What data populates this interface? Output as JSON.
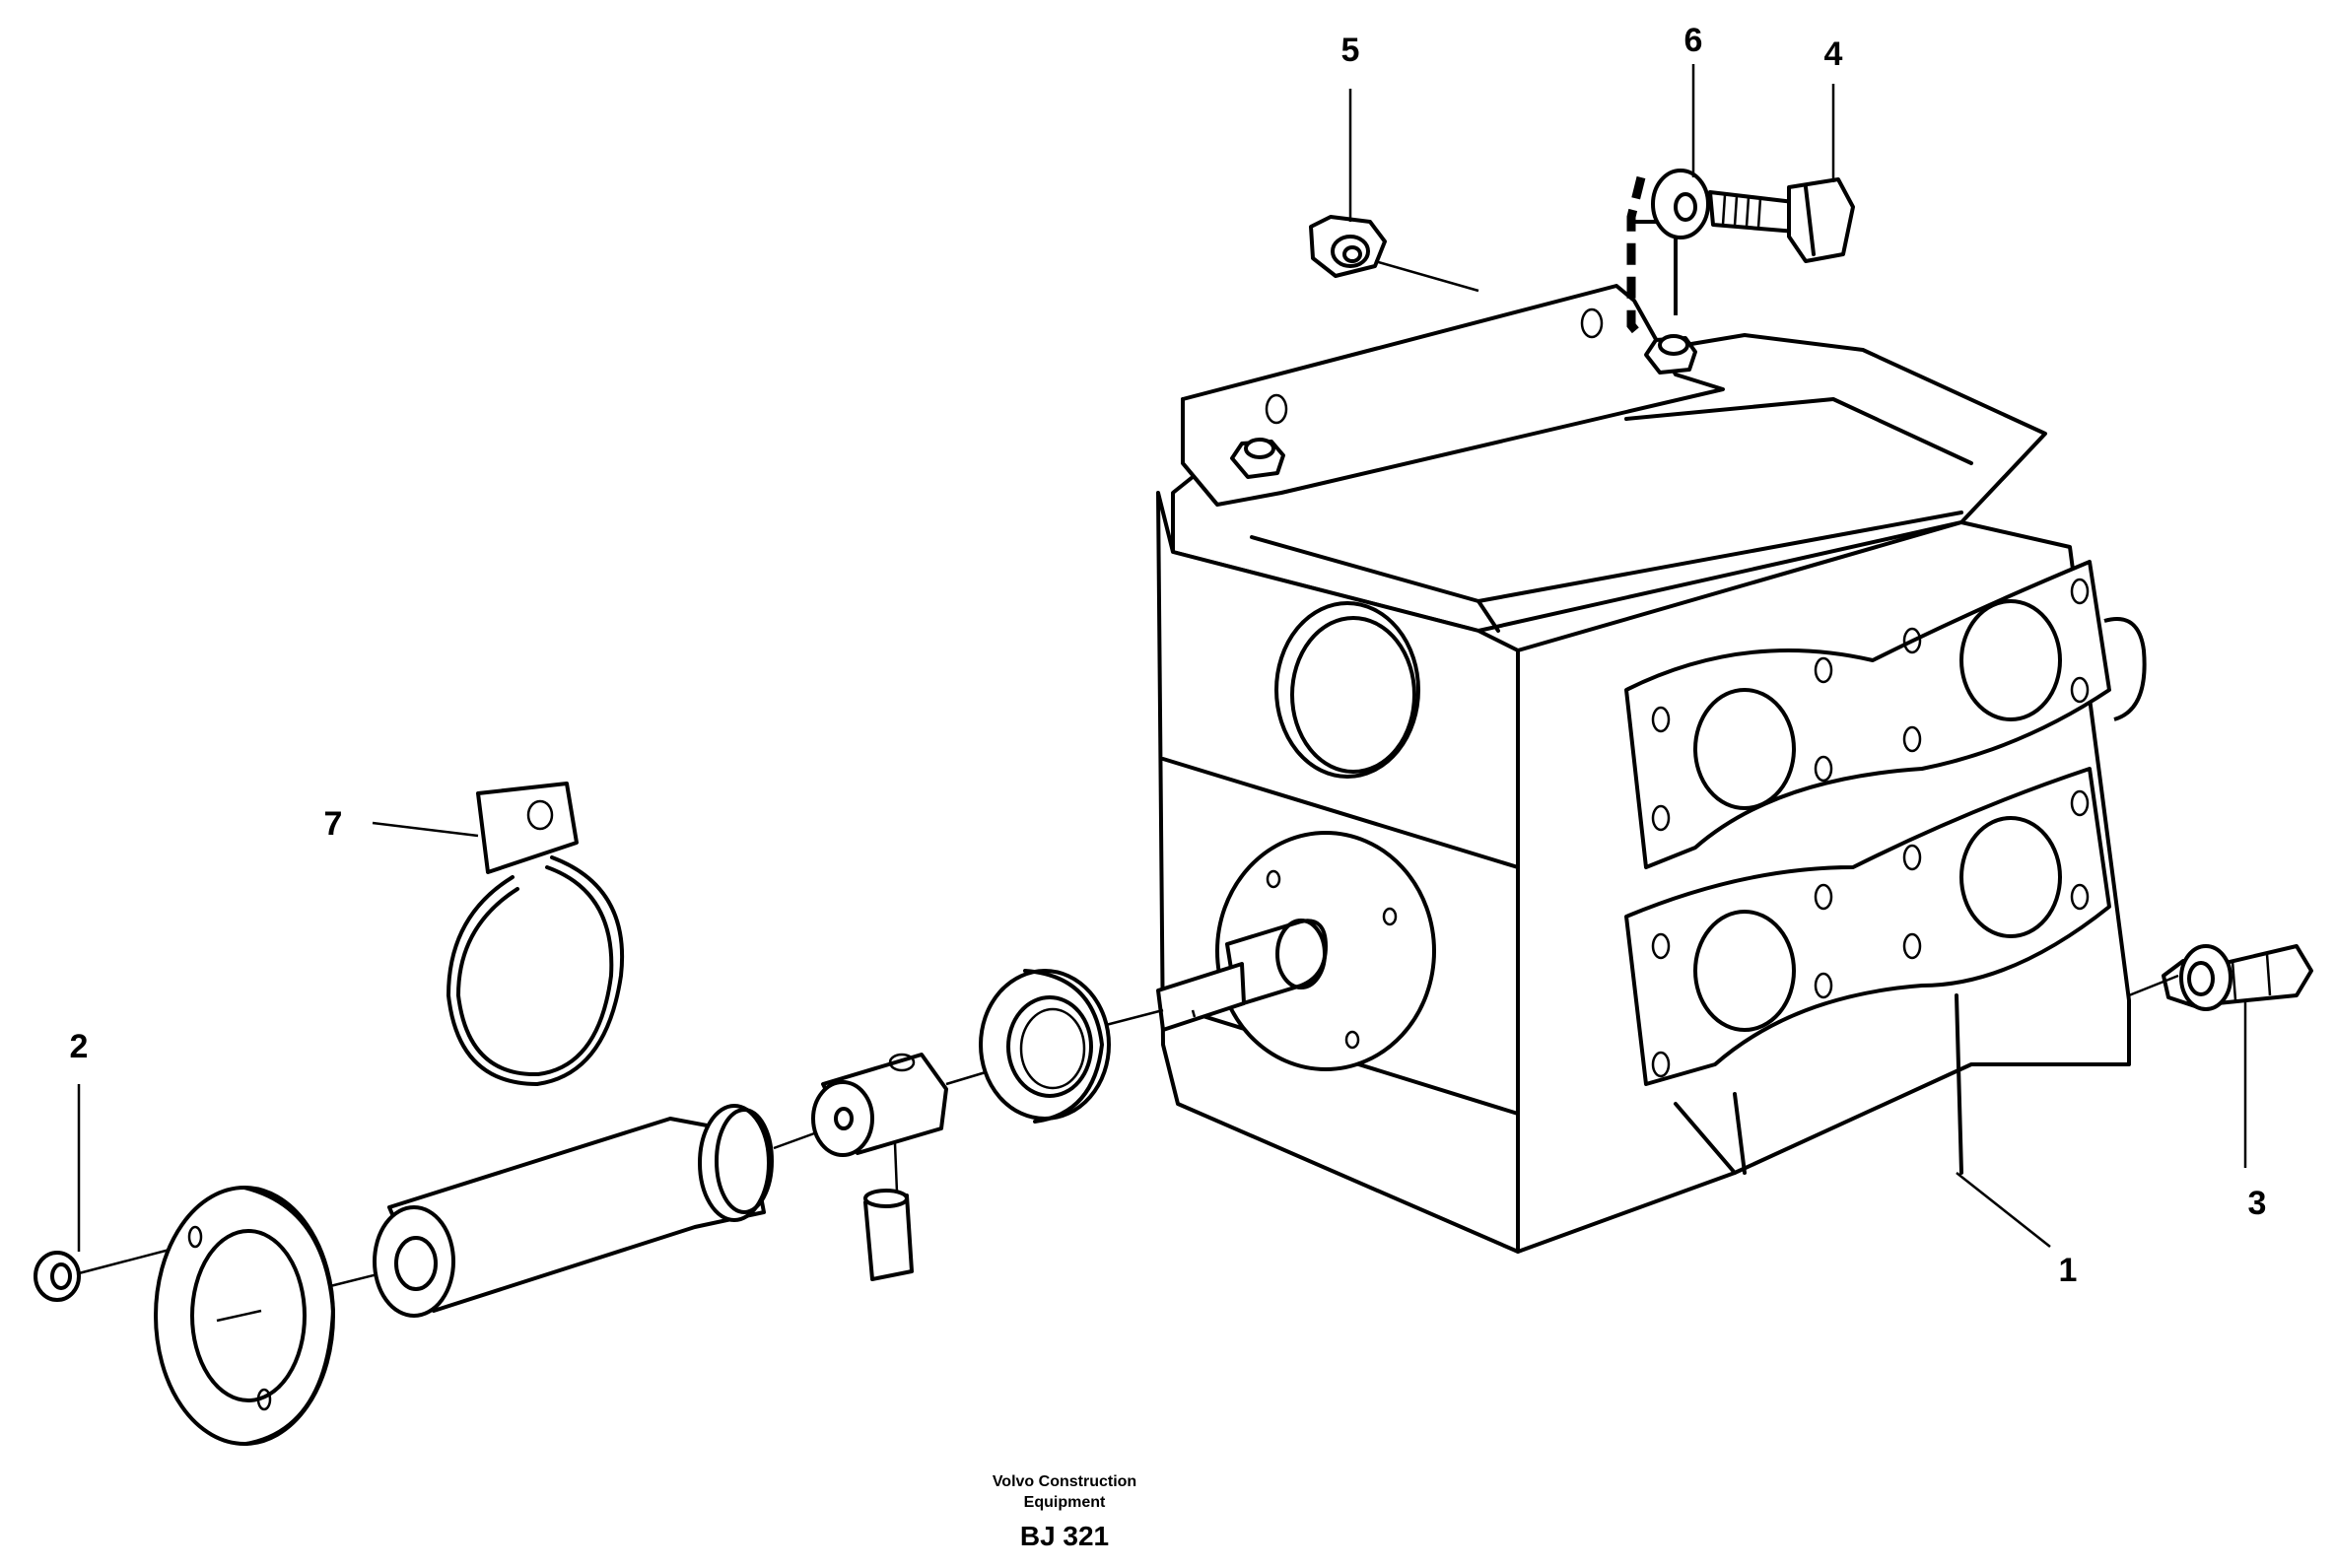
{
  "callouts": {
    "1": "1",
    "2": "2",
    "3": "3",
    "4": "4",
    "5": "5",
    "6": "6",
    "7": "7"
  },
  "footer": {
    "company_line1": "Volvo Construction",
    "company_line2": "Equipment",
    "code": "BJ 321"
  },
  "parts": {
    "1": "valve-housing",
    "2": "nut",
    "3": "fitting",
    "4": "bolt",
    "5": "flange-nut",
    "6": "washer",
    "7": "circlip"
  }
}
